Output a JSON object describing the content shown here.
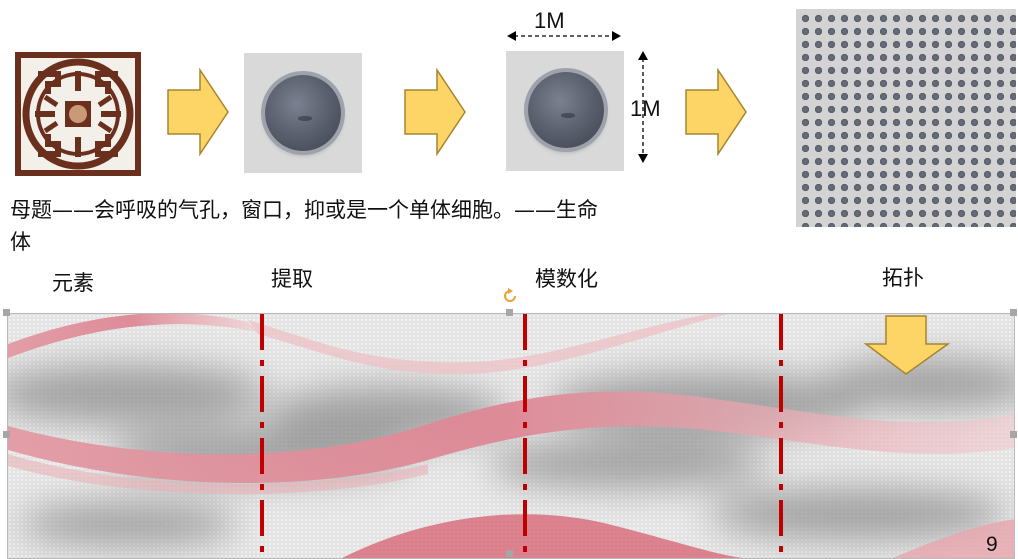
{
  "caption": {
    "line1": "母题——会呼吸的气孔，窗口，抑或是一个单体细胞。——生命",
    "line2": "体"
  },
  "dimensions": {
    "width_label": "1M",
    "height_label": "1M"
  },
  "stages": [
    {
      "label": "元素"
    },
    {
      "label": "提取"
    },
    {
      "label": "模数化"
    },
    {
      "label": "拓扑"
    }
  ],
  "colors": {
    "arrow_fill": "#fdd567",
    "arrow_stroke": "#a5852e",
    "divider": "#c00000",
    "ribbon": "#e0909a"
  },
  "icons": {
    "rotate_handle": "rotate-icon"
  },
  "page_number": "9"
}
